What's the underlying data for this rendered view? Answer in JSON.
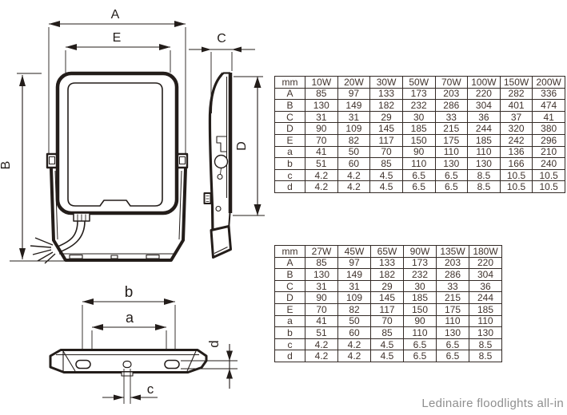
{
  "caption": "Ledinaire floodlights all-in",
  "colors": {
    "line_ink": "#231d1a",
    "table_ink": "#40332d",
    "table_border": "#332a26",
    "caption_gray": "#8f8f8f",
    "background": "#ffffff"
  },
  "drawing": {
    "front_view": {
      "overall_width_label": "A",
      "lens_width_label": "E",
      "overall_height_label": "B"
    },
    "side_view": {
      "depth_label": "C",
      "body_height_label": "D"
    },
    "bottom_view": {
      "slot_outer_span_label": "b",
      "slot_inner_span_label": "a",
      "center_slot_width_label": "c",
      "slot_height_label": "d"
    }
  },
  "tables": [
    {
      "name": "dimensions-10w-200w",
      "headers": [
        "mm",
        "10W",
        "20W",
        "30W",
        "50W",
        "70W",
        "100W",
        "150W",
        "200W"
      ],
      "rows": [
        {
          "dim": "A",
          "values": [
            "85",
            "97",
            "133",
            "173",
            "203",
            "220",
            "282",
            "336"
          ]
        },
        {
          "dim": "B",
          "values": [
            "130",
            "149",
            "182",
            "232",
            "286",
            "304",
            "401",
            "474"
          ]
        },
        {
          "dim": "C",
          "values": [
            "31",
            "31",
            "29",
            "30",
            "33",
            "36",
            "37",
            "41"
          ]
        },
        {
          "dim": "D",
          "values": [
            "90",
            "109",
            "145",
            "185",
            "215",
            "244",
            "320",
            "380"
          ]
        },
        {
          "dim": "E",
          "values": [
            "70",
            "82",
            "117",
            "150",
            "175",
            "185",
            "242",
            "296"
          ]
        },
        {
          "dim": "a",
          "values": [
            "41",
            "50",
            "70",
            "90",
            "110",
            "110",
            "136",
            "210"
          ]
        },
        {
          "dim": "b",
          "values": [
            "51",
            "60",
            "85",
            "110",
            "130",
            "130",
            "166",
            "240"
          ]
        },
        {
          "dim": "c",
          "values": [
            "4.2",
            "4.2",
            "4.5",
            "6.5",
            "6.5",
            "8.5",
            "10.5",
            "10.5"
          ]
        },
        {
          "dim": "d",
          "values": [
            "4.2",
            "4.2",
            "4.5",
            "6.5",
            "6.5",
            "8.5",
            "10.5",
            "10.5"
          ]
        }
      ]
    },
    {
      "name": "dimensions-27w-180w",
      "headers": [
        "mm",
        "27W",
        "45W",
        "65W",
        "90W",
        "135W",
        "180W"
      ],
      "rows": [
        {
          "dim": "A",
          "values": [
            "85",
            "97",
            "133",
            "173",
            "203",
            "220"
          ]
        },
        {
          "dim": "B",
          "values": [
            "130",
            "149",
            "182",
            "232",
            "286",
            "304"
          ]
        },
        {
          "dim": "C",
          "values": [
            "31",
            "31",
            "29",
            "30",
            "33",
            "36"
          ]
        },
        {
          "dim": "D",
          "values": [
            "90",
            "109",
            "145",
            "185",
            "215",
            "244"
          ]
        },
        {
          "dim": "E",
          "values": [
            "70",
            "82",
            "117",
            "150",
            "175",
            "185"
          ]
        },
        {
          "dim": "a",
          "values": [
            "41",
            "50",
            "70",
            "90",
            "110",
            "110"
          ]
        },
        {
          "dim": "b",
          "values": [
            "51",
            "60",
            "85",
            "110",
            "130",
            "130"
          ]
        },
        {
          "dim": "c",
          "values": [
            "4.2",
            "4.2",
            "4.5",
            "6.5",
            "6.5",
            "8.5"
          ]
        },
        {
          "dim": "d",
          "values": [
            "4.2",
            "4.2",
            "4.5",
            "6.5",
            "6.5",
            "8.5"
          ]
        }
      ]
    }
  ]
}
